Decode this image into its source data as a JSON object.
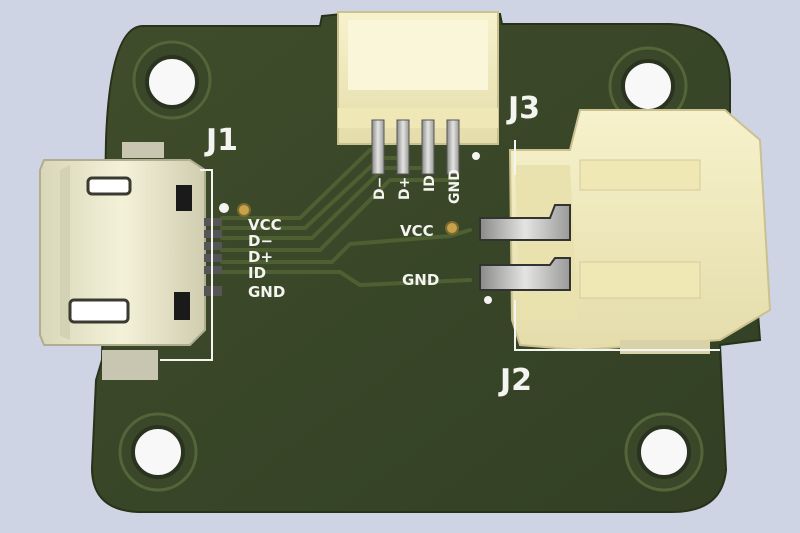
{
  "board": {
    "colors": {
      "background": "#cfd4e4",
      "pcb": "#3b4a2a",
      "copper_trace": "#4a5a30",
      "silkscreen": "#f4f4f0",
      "connector_plastic": "#f2ecc0",
      "usb_metal": "#e8e6c8",
      "gold_pin": "#cfc49a"
    },
    "ref_j1": "J1",
    "ref_j2": "J2",
    "ref_j3": "J3",
    "j1_pins": [
      "VCC",
      "D−",
      "D+",
      "ID",
      "GND"
    ],
    "j3_pins": [
      "D−",
      "D+",
      "ID",
      "GND"
    ],
    "j2_pins": [
      "VCC",
      "GND"
    ]
  }
}
